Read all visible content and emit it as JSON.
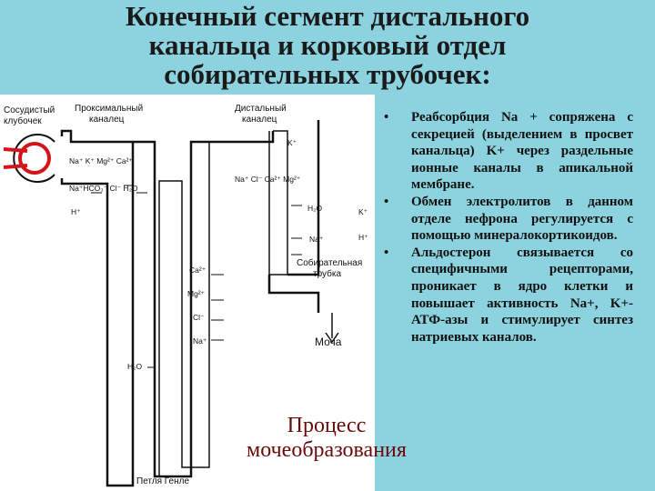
{
  "slide": {
    "title_lines": [
      "Конечный сегмент дистального",
      "канальца и корковый отдел",
      "собирательных трубочек:"
    ],
    "bullets": [
      "Реабсорбция Na + сопряжена с секрецией (выделением в просвет канальца) K+ через раздельные ионные каналы в апикальной мембране.",
      "Обмен электролитов в данном отделе нефрона регулируется с помощью минералокортикоидов.",
      "Альдостерон связывается со специфичными рецепторами, проникает в ядро клетки и повышает активность Na+, K+-АТФ-азы и стимулирует синтез натриевых каналов."
    ],
    "caption_lines": [
      "Процесс",
      "мочеобразования"
    ],
    "background_color": "#8cd3df",
    "caption_color": "#6a0b0b"
  },
  "diagram": {
    "label_glomerulus": [
      "Сосудистый",
      "клубочек"
    ],
    "label_proximal": [
      "Проксимальный",
      "каналец"
    ],
    "label_distal": [
      "Дистальный",
      "каналец"
    ],
    "label_collecting": [
      "Собирательная",
      "трубка"
    ],
    "label_urine": "Моча",
    "label_loop": "Петля Генле",
    "proximal_ions_1": "Na⁺ K⁺ Mg²⁺ Ca²⁺",
    "proximal_ions_2": "Na⁺HCO₃⁻ Cl⁻ H₂O",
    "proximal_h": "H⁺",
    "distal_k": "K⁺",
    "distal_ions": "Na⁺ Cl⁻ Ca²⁺ Mg²⁺",
    "collect_h2o": "H₂O",
    "collect_na": "Na⁺",
    "collect_k": "K⁺",
    "collect_h": "H⁺",
    "loop_ca": "Ca²⁺",
    "loop_mg": "Mg²⁺",
    "loop_cl": "Cl⁻",
    "loop_na": "Na⁺",
    "loop_h2o": "H₂O"
  }
}
